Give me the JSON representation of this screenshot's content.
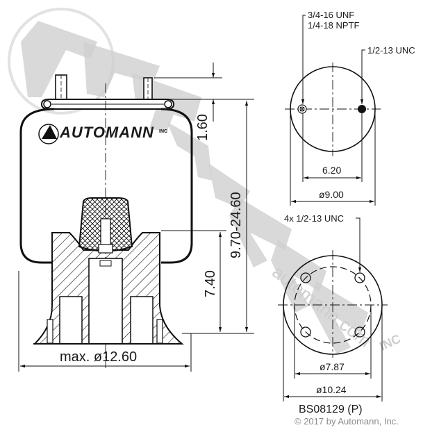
{
  "drawing": {
    "part_number": "BS08129 (P)",
    "copyright": "© 2017 by Automann, Inc.",
    "watermark": {
      "brand": "AUTOMANN",
      "url": "automann.com",
      "suffix": "INC",
      "color": "#c8c8c8"
    },
    "side_view": {
      "logo_text": "AUTOMANN",
      "logo_suffix": "INC",
      "dim_top_offset": "1.60",
      "dim_height_range": "9.70-24.60",
      "dim_piston_height": "7.40",
      "dim_max_diameter": "max. ø12.60"
    },
    "top_plate_view": {
      "callout_air_fitting_line1": "3/4-16 UNF",
      "callout_air_fitting_line2": "1/4-18 NPTF",
      "callout_stud": "1/2-13 UNC",
      "dim_stud_spacing": "6.20",
      "dim_plate_diameter": "ø9.00"
    },
    "bottom_piston_view": {
      "callout_holes": "4x 1/2-13 UNC",
      "dim_bolt_circle": "ø7.87",
      "dim_piston_diameter": "ø10.24"
    }
  }
}
